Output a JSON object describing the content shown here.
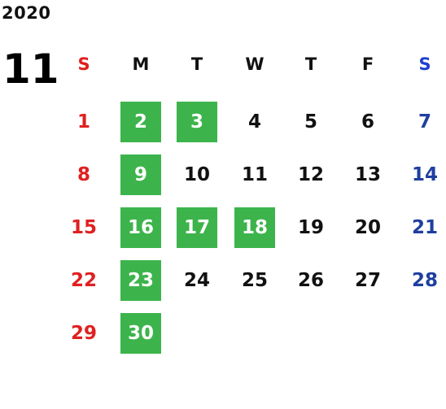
{
  "year": "2020",
  "month": "11",
  "weekdays": [
    "S",
    "M",
    "T",
    "W",
    "T",
    "F",
    "S"
  ],
  "weeks": [
    [
      "",
      "",
      "",
      "",
      "",
      "",
      ""
    ],
    [
      "1",
      "2",
      "3",
      "4",
      "5",
      "6",
      "7"
    ],
    [
      "8",
      "9",
      "10",
      "11",
      "12",
      "13",
      "14"
    ],
    [
      "15",
      "16",
      "17",
      "18",
      "19",
      "20",
      "21"
    ],
    [
      "22",
      "23",
      "24",
      "25",
      "26",
      "27",
      "28"
    ],
    [
      "29",
      "30",
      "",
      "",
      "",
      "",
      ""
    ]
  ],
  "highlighted_days": [
    "2",
    "3",
    "9",
    "16",
    "17",
    "18",
    "23",
    "30"
  ],
  "colors": {
    "sunday": "#e02020",
    "saturday_header": "#1f3fd0",
    "saturday": "#1f3f9f",
    "highlight": "#3cb44b",
    "text": "#111111"
  }
}
